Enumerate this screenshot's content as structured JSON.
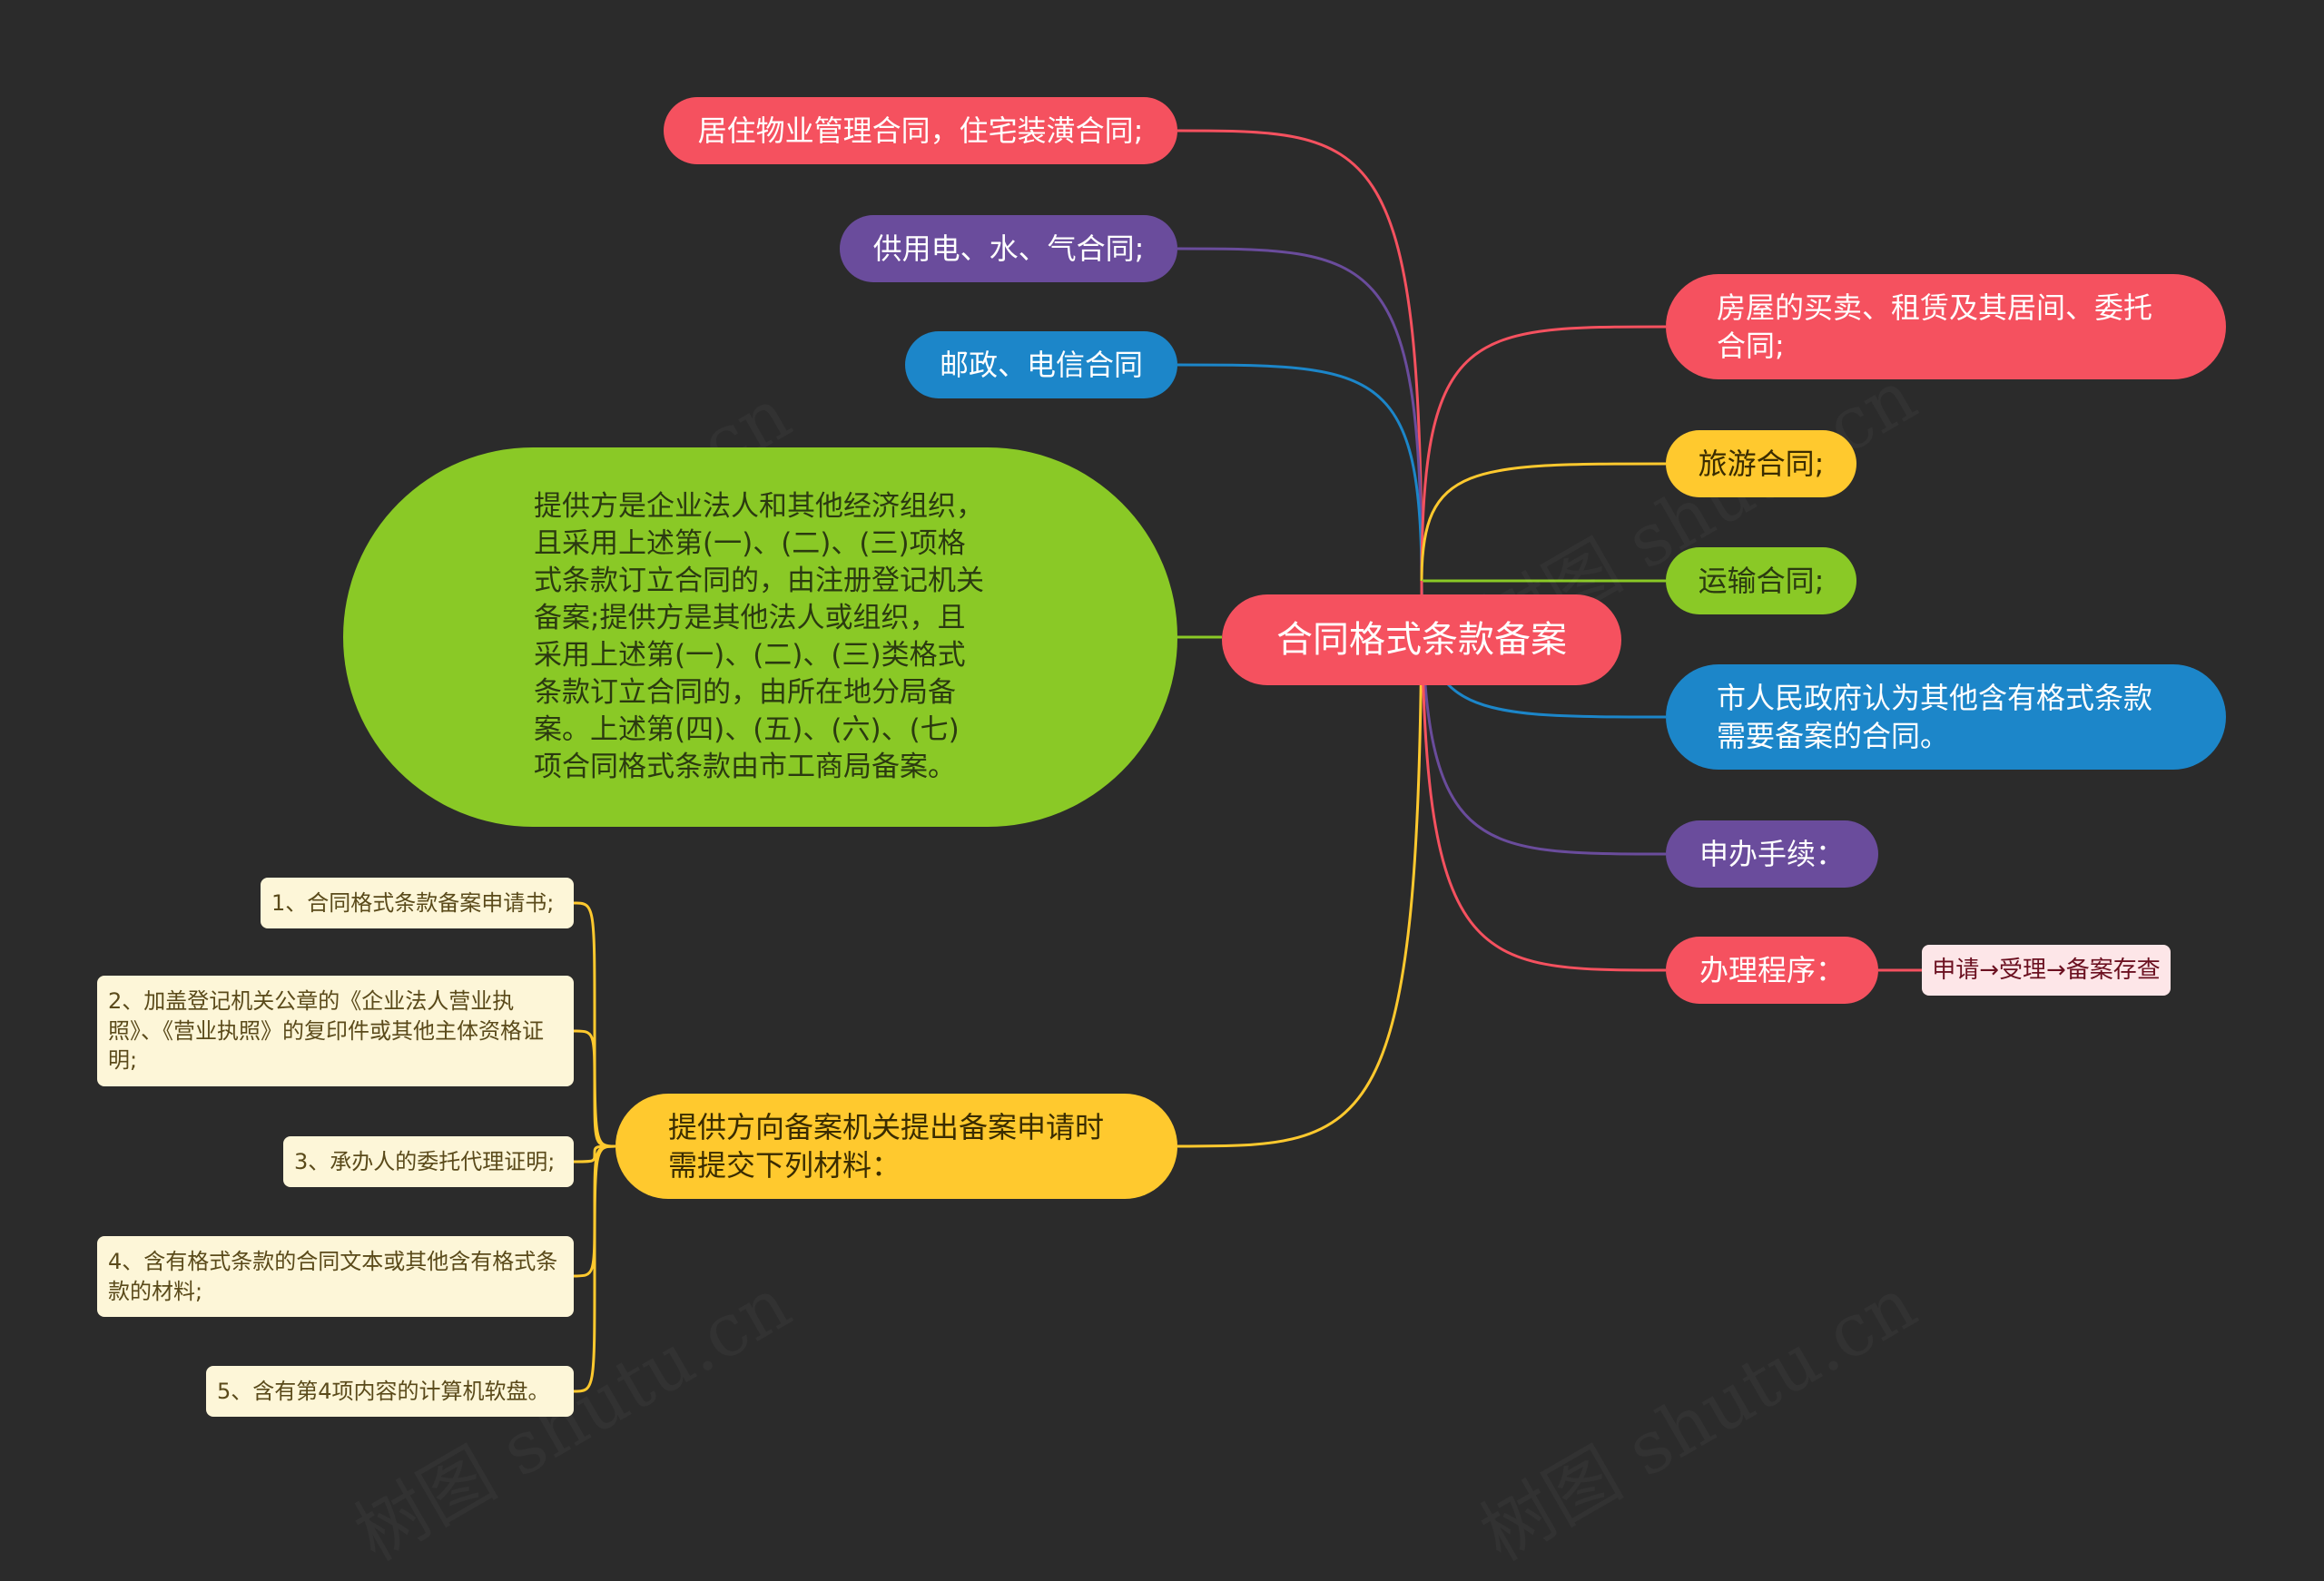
{
  "root": {
    "label": "合同格式条款备案",
    "color": "#f5515f"
  },
  "left_nodes": [
    {
      "label": "居住物业管理合同，住宅装潢合同;",
      "color": "#f5515f"
    },
    {
      "label": "供用电、水、气合同;",
      "color": "#6a4c9c"
    },
    {
      "label": "邮政、电信合同",
      "color": "#1c86c9"
    },
    {
      "label": "提供方是企业法人和其他经济组织，且采用上述第(一)、(二)、(三)项格式条款订立合同的，由注册登记机关备案;提供方是其他法人或组织，且采用上述第(一)、(二)、(三)类格式条款订立合同的，由所在地分局备案。上述第(四)、(五)、(六)、(七)项合同格式条款由市工商局备案。",
      "color": "#8ac926"
    },
    {
      "label": "提供方向备案机关提出备案申请时需提交下列材料：",
      "color": "#ffc92e"
    }
  ],
  "materials": [
    "1、合同格式条款备案申请书;",
    "2、加盖登记机关公章的《企业法人营业执照》、《营业执照》的复印件或其他主体资格证明;",
    "3、承办人的委托代理证明;",
    "4、含有格式条款的合同文本或其他含有格式条款的材料;",
    "5、含有第4项内容的计算机软盘。"
  ],
  "right_nodes": [
    {
      "label": "房屋的买卖、租赁及其居间、委托合同;",
      "color": "#f5515f"
    },
    {
      "label": "旅游合同;",
      "color": "#ffc92e"
    },
    {
      "label": "运输合同;",
      "color": "#8ac926"
    },
    {
      "label": "市人民政府认为其他含有格式条款需要备案的合同。",
      "color": "#1c86c9"
    },
    {
      "label": "申办手续：",
      "color": "#6a4c9c"
    },
    {
      "label": "办理程序：",
      "color": "#f5515f"
    }
  ],
  "procedure": {
    "label": "申请→受理→备案存查",
    "color": "#f5515f"
  },
  "watermark": "树图 shutu.cn"
}
